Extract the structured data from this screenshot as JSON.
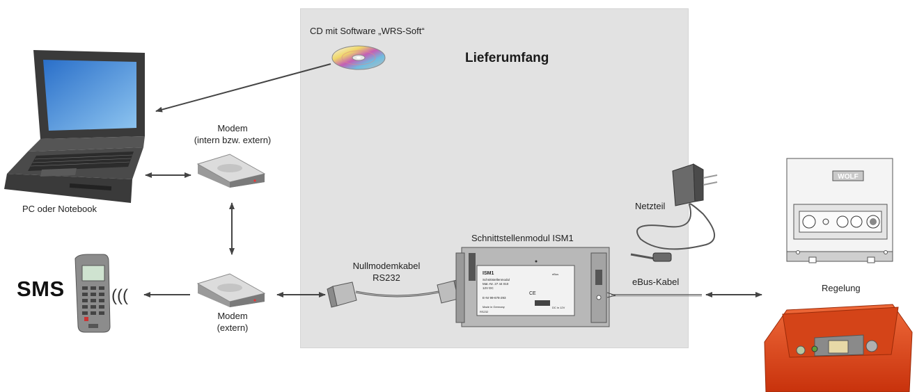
{
  "diagram": {
    "scope_title": "Lieferumfang",
    "cd_label": "CD mit Software „WRS-Soft“",
    "pc_label": "PC oder Notebook",
    "modem_internal_label_line1": "Modem",
    "modem_internal_label_line2": "(intern bzw. extern)",
    "modem_external_label_line1": "Modem",
    "modem_external_label_line2": "(extern)",
    "sms_label": "SMS",
    "null_modem_label_line1": "Nullmodemkabel",
    "null_modem_label_line2": "RS232",
    "module_label": "Schnittstellenmodul ISM1",
    "power_supply_label": "Netzteil",
    "ebus_cable_label": "eBus-Kabel",
    "controller_label": "Regelung",
    "brand_label": "WOLF",
    "wave_symbol": "(((",
    "module_face": {
      "title": "ISM1",
      "line1": "Schnittstellenmodul",
      "line2": "Mat.-Nr. 27 44 010",
      "line3": "12V DC",
      "line4": "E-Nr 99-678-293",
      "line5": "Made in Germany",
      "ce": "CE",
      "port_left": "RS232",
      "port_right": "eBus",
      "power": "DC in 12V"
    }
  },
  "colors": {
    "scope_fill": "#e2e2e2",
    "arrow": "#444444",
    "controller_orange": "#e2461a",
    "laptop_screen": "#3f86d6"
  }
}
